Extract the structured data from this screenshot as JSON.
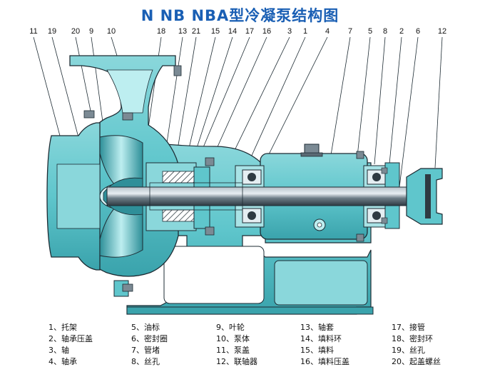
{
  "title": "N NB NBA型冷凝泵结构图",
  "callouts": [
    "11",
    "19",
    "20",
    "9",
    "10",
    "18",
    "13",
    "21",
    "15",
    "14",
    "17",
    "16",
    "3",
    "1",
    "4",
    "7",
    "5",
    "8",
    "2",
    "6",
    "12"
  ],
  "legend": [
    [
      "1、托架",
      "2、轴承压盖",
      "3、轴",
      "4、轴承"
    ],
    [
      "5、油标",
      "6、密封圈",
      "7、管堵",
      "8、丝孔"
    ],
    [
      "9、叶轮",
      "10、泵体",
      "11、泵盖",
      "12、联轴器"
    ],
    [
      "13、轴套",
      "14、填料环",
      "15、填料",
      "16、填料压盖"
    ],
    [
      "17、接管",
      "18、密封环",
      "19、丝孔",
      "20、起盖螺丝"
    ]
  ],
  "colors": {
    "body": "#5fc6cc",
    "body_light": "#a9e3e6",
    "body_dark": "#2f8f99",
    "shaft": "#4a5a66",
    "outline": "#1d2b33",
    "title": "#1a5fb4"
  }
}
